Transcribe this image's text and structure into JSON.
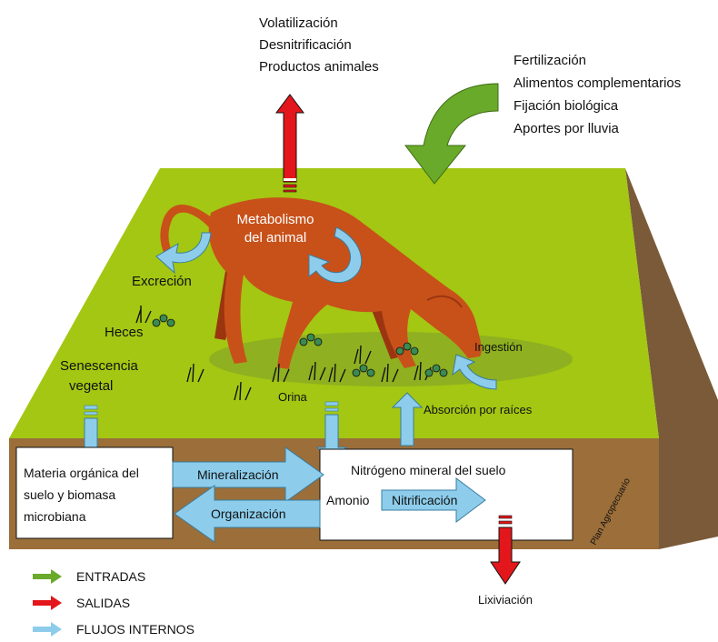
{
  "outputs": {
    "lines": [
      "Volatilización",
      "Desnitrificación",
      "Productos animales"
    ]
  },
  "inputs": {
    "lines": [
      "Fertilización",
      "Alimentos complementarios",
      "Fijación biológica",
      "Aportes por lluvia"
    ]
  },
  "animal": {
    "metabolism": [
      "Metabolismo",
      "del animal"
    ]
  },
  "labels": {
    "excretion": "Excreción",
    "feces": "Heces",
    "senescence": [
      "Senescencia",
      "vegetal"
    ],
    "urine": "Orina",
    "ingestion": "Ingestión",
    "root_absorption": "Absorción por raíces",
    "leaching": "Lixiviación",
    "credit": "Plan Agropecuario"
  },
  "boxes": {
    "organic": [
      "Materia orgánica del",
      "suelo y biomasa",
      "microbiana"
    ],
    "mineral": {
      "title": "Nitrógeno mineral del suelo",
      "ammonium": "Amonio"
    }
  },
  "processes": {
    "mineralization": "Mineralización",
    "organization": "Organización",
    "nitrification": "Nitrificación"
  },
  "legend": [
    {
      "label": "ENTRADAS",
      "color": "#6aaa2a"
    },
    {
      "label": "SALIDAS",
      "color": "#e3161b"
    },
    {
      "label": "FLUJOS INTERNOS",
      "color": "#8dcdeb"
    }
  ],
  "colors": {
    "grass": "#a3c712",
    "soil": "#9b6e3a",
    "soil_side": "#7a5a38",
    "cow": "#c8511a",
    "cow_dark": "#9a3510",
    "input": "#6aaa2a",
    "output": "#e3161b",
    "internal": "#8dcdeb"
  }
}
